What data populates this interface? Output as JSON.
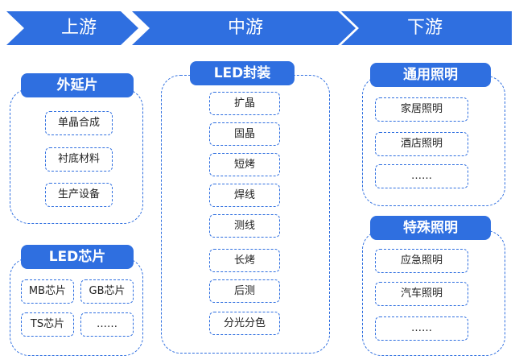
{
  "stages": [
    {
      "label": "上游"
    },
    {
      "label": "中游"
    },
    {
      "label": "下游"
    }
  ],
  "upstream": {
    "epitaxy": {
      "title": "外延片",
      "items": [
        "单晶合成",
        "衬底材料",
        "生产设备"
      ]
    },
    "chip": {
      "title": "LED芯片",
      "items": [
        "MB芯片",
        "GB芯片",
        "TS芯片",
        "……"
      ]
    }
  },
  "midstream": {
    "packaging": {
      "title": "LED封装",
      "items": [
        "扩晶",
        "固晶",
        "短烤",
        "焊线",
        "测线",
        "长烤",
        "后测",
        "分光分色"
      ]
    }
  },
  "downstream": {
    "general": {
      "title": "通用照明",
      "items": [
        "家居照明",
        "酒店照明",
        "……"
      ]
    },
    "special": {
      "title": "特殊照明",
      "items": [
        "应急照明",
        "汽车照明",
        "……"
      ]
    }
  },
  "colors": {
    "accent": "#2f6fe0",
    "text": "#222222"
  }
}
